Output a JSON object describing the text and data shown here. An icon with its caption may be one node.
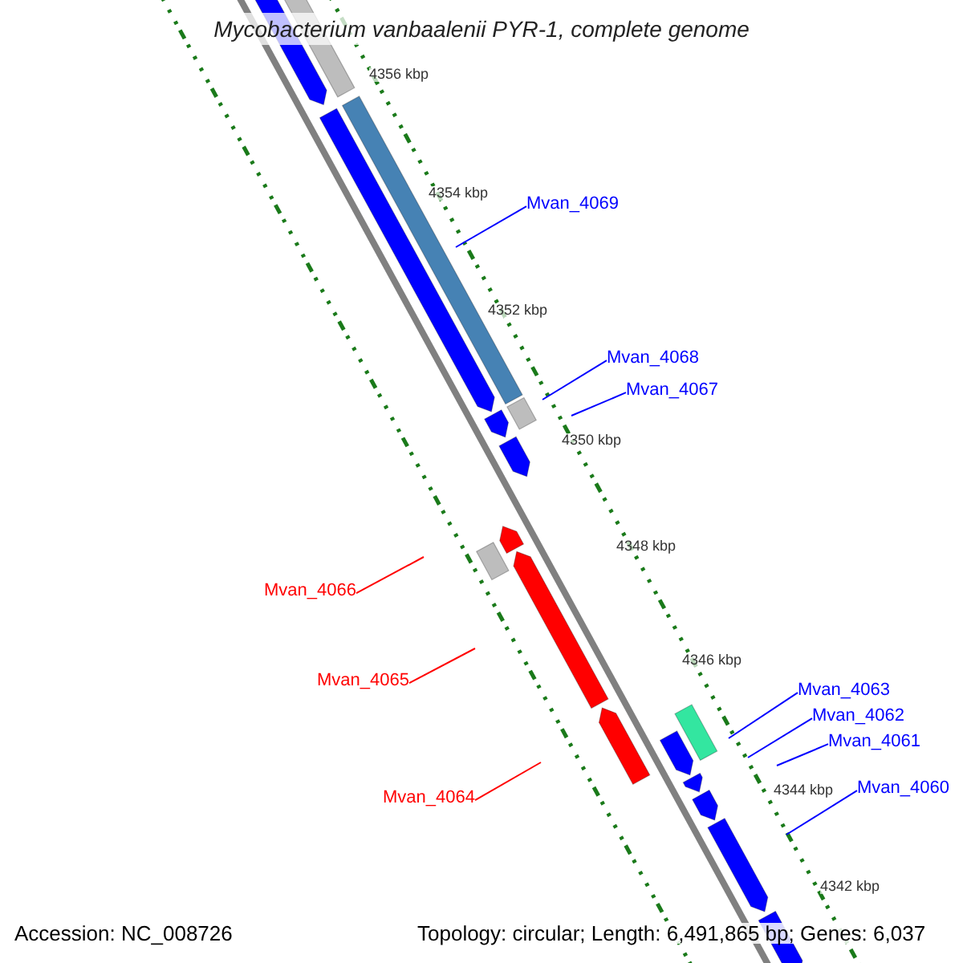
{
  "diagram": {
    "title": "Mycobacterium vanbaalenii PYR-1, complete genome",
    "nodes": [
      {
        "text": [
          "Mvan_4069"
        ]
      },
      {
        "text": [
          "Mvan_4068"
        ]
      },
      {
        "text": [
          "Mvan_4067"
        ]
      },
      {
        "text": [
          "Mvan_4066"
        ]
      },
      {
        "text": [
          "Mvan_4065"
        ]
      },
      {
        "text": [
          "Mvan_4063"
        ]
      },
      {
        "text": [
          "Mvan_4062"
        ]
      },
      {
        "text": [
          "Mvan_4061"
        ]
      },
      {
        "text": [
          "Mvan_4060"
        ]
      },
      {
        "text": [
          "Mvan_4064"
        ]
      }
    ],
    "edges": [
      {
        "from": 0,
        "to": null,
        "arrow": "none"
      },
      {
        "from": 1,
        "to": null,
        "arrow": "none"
      },
      {
        "from": 2,
        "to": null,
        "arrow": "none"
      },
      {
        "from": 3,
        "to": null,
        "arrow": "none",
        "color": "#ff0000"
      },
      {
        "from": 4,
        "to": null,
        "arrow": "none",
        "color": "#ff0000"
      },
      {
        "from": 5,
        "to": null,
        "arrow": "none"
      },
      {
        "from": 6,
        "to": null,
        "arrow": "none"
      },
      {
        "from": 7,
        "to": null,
        "arrow": "none"
      },
      {
        "from": 8,
        "to": null,
        "arrow": "none"
      },
      {
        "from": 9,
        "to": null,
        "arrow": "none",
        "color": "#ff0000"
      }
    ],
    "labels": [
      "4356 kbp",
      "4354 kbp",
      "4352 kbp",
      "4350 kbp",
      "4348 kbp",
      "4346 kbp",
      "4344 kbp",
      "4342 kbp",
      "Accession: NC_008726",
      "Topology: circular; Length: 6,491,865 bp; Genes: 6,037"
    ]
  }
}
